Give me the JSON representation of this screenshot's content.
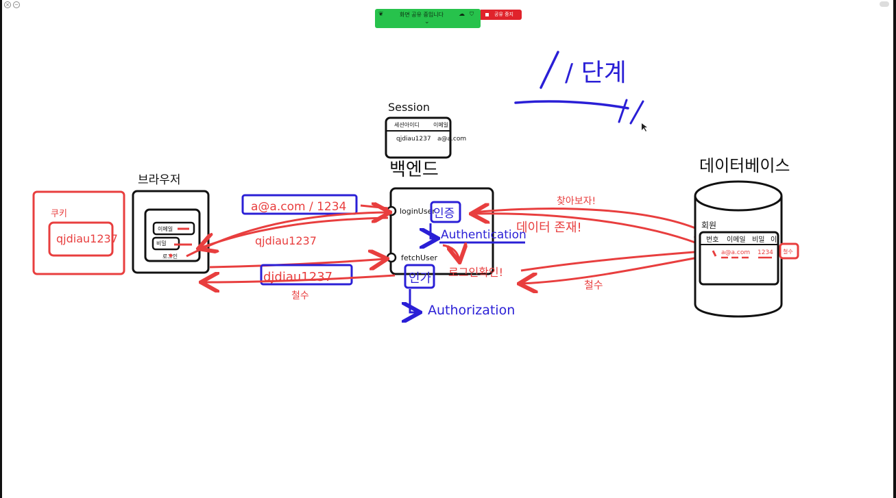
{
  "share_bar": {
    "status_text": "화면 공유 중입니다",
    "stop_label": "공유 중지"
  },
  "diagram": {
    "stage_label": "/ 단계",
    "session": {
      "title": "Session",
      "header_col1": "세션아이디",
      "header_col2": "이메일",
      "row_id": "qjdiau1237",
      "row_email": "a@a.com"
    },
    "backend_title": "백엔드",
    "login_user": "loginUser",
    "fetch_user": "fetchUser",
    "authn_kr": "인증",
    "authn_en": "Authentication",
    "authz_kr": "인가",
    "authz_en": "Authorization",
    "browser": {
      "title": "브라우저",
      "email_field": "이메일",
      "pw_field": "비밀",
      "login_button": "로그인"
    },
    "cookie": {
      "label": "쿠키",
      "value": "qjdiau1237"
    },
    "request_credentials": "a@a.com / 1234",
    "response_session": "qjdiau1237",
    "request_session": "djdiau1237",
    "response_name": "철수",
    "find_label": "찾아보자!",
    "data_exists": "데이터 존재!",
    "login_check": "로그인확인!",
    "db_return_name": "철수",
    "database": {
      "title": "데이터베이스",
      "table_name": "회원",
      "col_no": "번호",
      "col_email": "이메일",
      "col_pw": "비밀",
      "col_more": "이",
      "row_email": "a@a.com",
      "row_pw": "1234",
      "row_name": "철수"
    }
  },
  "colors": {
    "red": "#e83e3e",
    "blue": "#2a1fd6",
    "black": "#111111",
    "share_green": "#27c24c",
    "stop_red": "#e0232b"
  }
}
